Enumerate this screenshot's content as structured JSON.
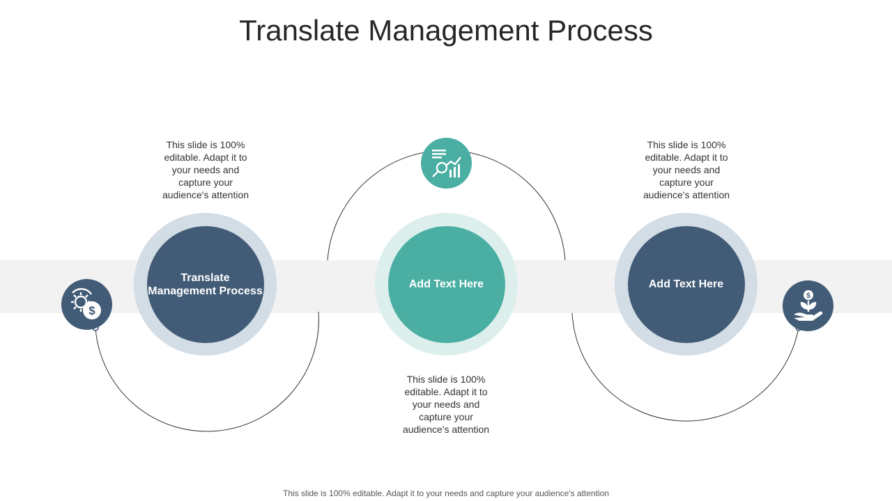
{
  "title": "Translate Management Process",
  "nodes": [
    {
      "label": "Translate Management Process",
      "description": "This slide is 100% editable. Adapt it to your needs and capture your audience's attention",
      "icon": "gear-dollar-icon"
    },
    {
      "label": "Add  Text Here",
      "description": "This slide is 100% editable. Adapt it to your needs and capture your audience's attention",
      "icon": "analytics-magnifier-icon"
    },
    {
      "label": "Add  Text Here",
      "description": "This slide is 100% editable. Adapt it to your needs and capture your audience's attention",
      "icon": "money-plant-hand-icon"
    }
  ],
  "footer": "This slide is 100% editable. Adapt it to your needs and capture your audience's attention",
  "colors": {
    "dark_blue": "#425b76",
    "teal": "#4aaea3",
    "blue_ring": "#d3dde6",
    "teal_ring": "#dcefec",
    "band": "#f2f2f2"
  }
}
